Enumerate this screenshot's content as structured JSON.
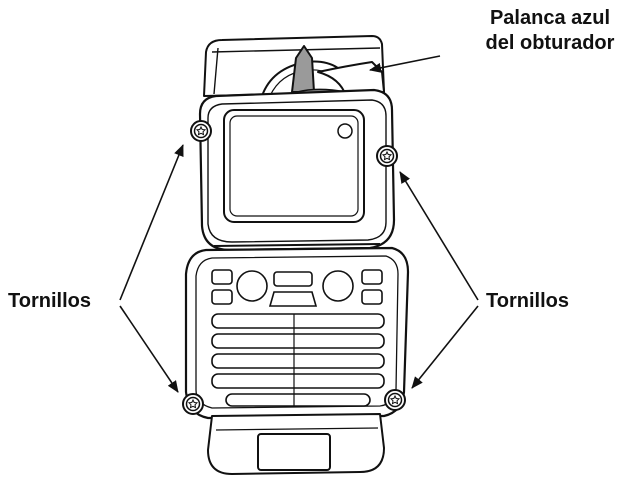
{
  "labels": {
    "shutter_lever_line1": "Palanca azul",
    "shutter_lever_line2": "del obturador",
    "screws_left": "Tornillos",
    "screws_right": "Tornillos"
  },
  "colors": {
    "ink": "#111111",
    "lever_gray": "#8c8c8c",
    "background": "#ffffff"
  },
  "icons": {
    "screw": "screw-icon",
    "arrow": "arrow-icon"
  }
}
